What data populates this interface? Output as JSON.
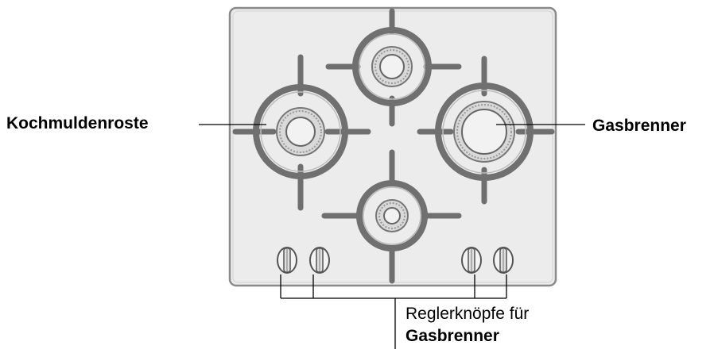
{
  "labels": {
    "grates": "Kochmuldenroste",
    "burners": "Gasbrenner",
    "knobs_line1": "Reglerknöpfe für",
    "knobs_line2": "Gasbrenner"
  },
  "hob": {
    "burner_count": 4,
    "knob_count": 4
  },
  "colors": {
    "panel_fill": "#ececec",
    "panel_stroke": "#8a8a8a",
    "grate": "#707070",
    "leader_line": "#000000"
  }
}
